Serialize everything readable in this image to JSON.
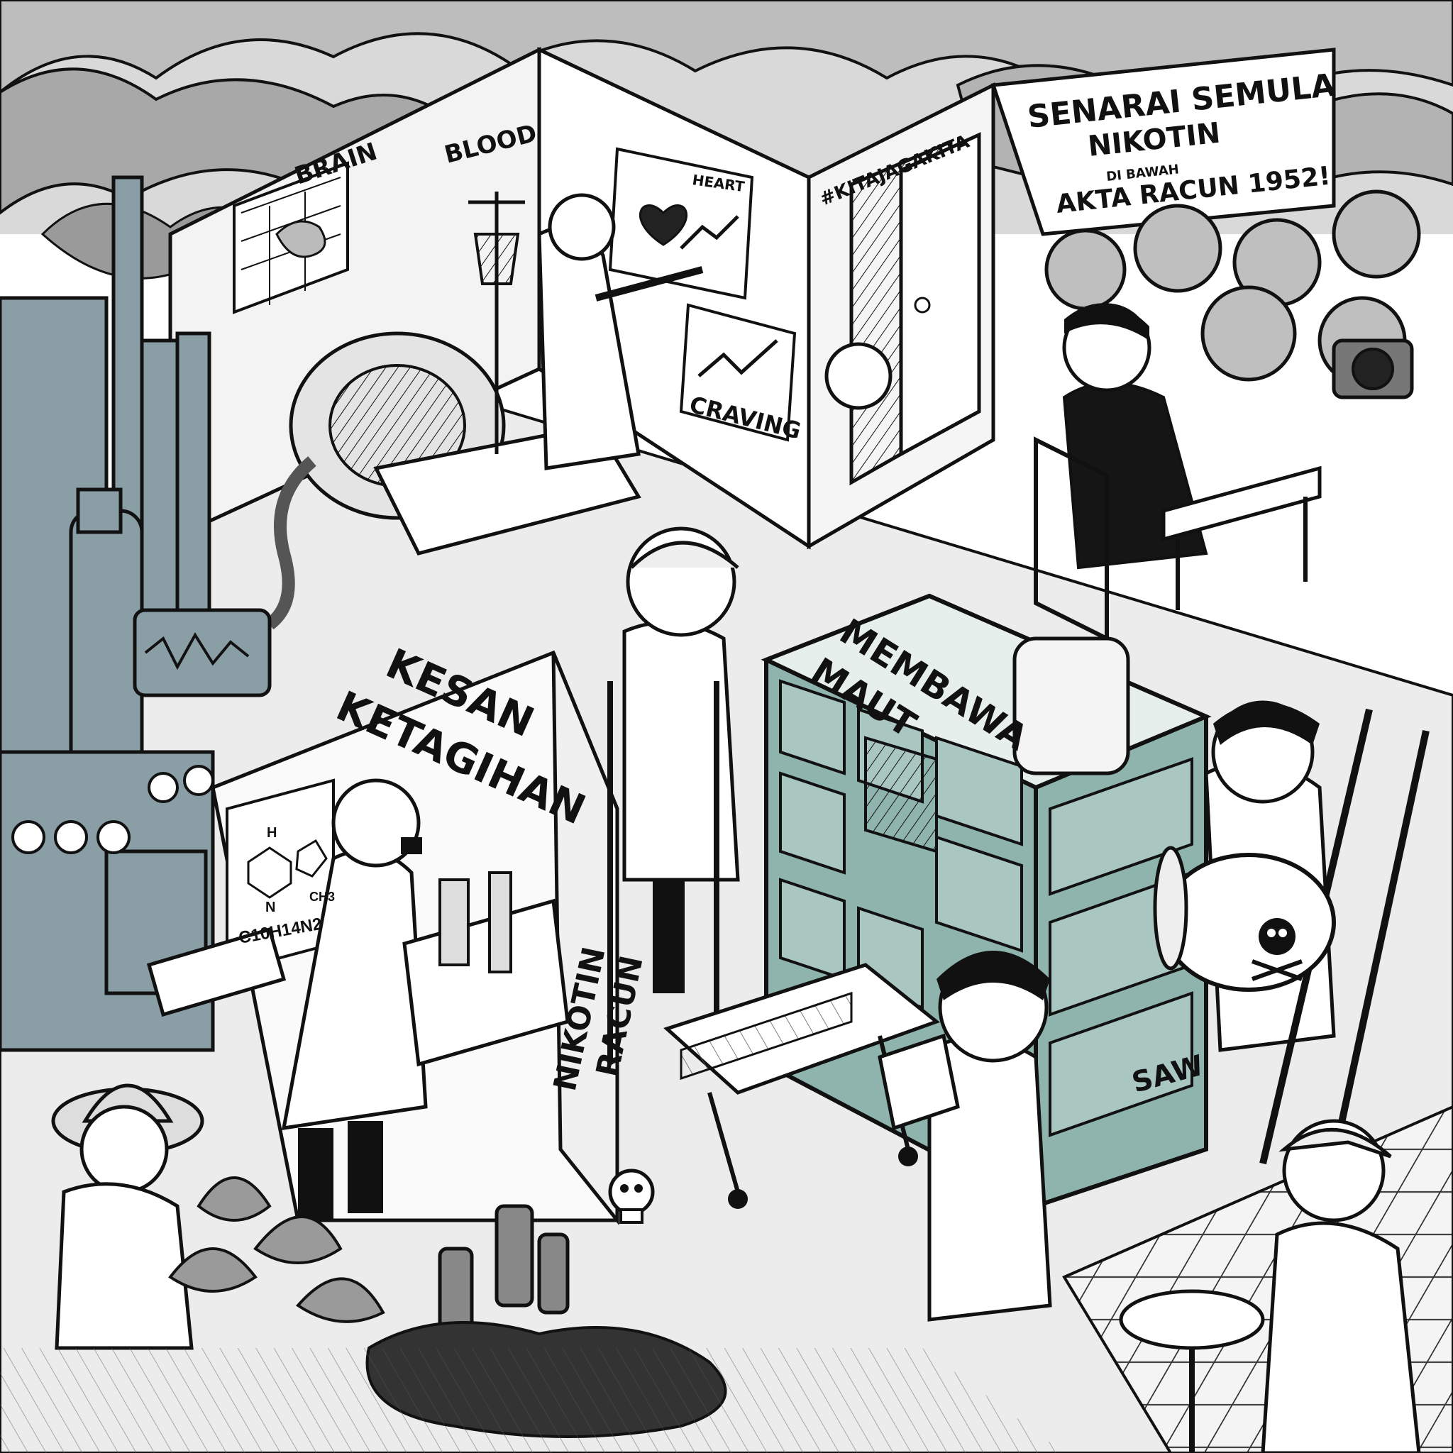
{
  "labels": {
    "brain": "BRAIN",
    "blood": "BLOOD",
    "heart": "HEART",
    "craving": "CRAVING",
    "hashtag": "#KITAJAGAKITA",
    "banner_line1": "SENARAI SEMULA",
    "banner_line2": "NIKOTIN",
    "banner_line3": "DI BAWAH",
    "banner_line4": "AKTA RACUN 1952!",
    "wall_line1": "KESAN",
    "wall_line2": "KETAGIHAN",
    "cabinet_line1": "MEMBAWA",
    "cabinet_line2": "MAUT",
    "side_line1": "NIKOTIN",
    "side_line2": "RACUN",
    "formula": "C10H14N2",
    "formula_n": "N",
    "formula_h": "H",
    "formula_ch3": "CH3",
    "signature": "SAW"
  },
  "colors": {
    "ink": "#111111",
    "teal": "#8fb3ad",
    "machine": "#8a9ea6",
    "smoke": "#9a9a9a",
    "paper": "#ffffff",
    "floor": "#e8e8e8"
  },
  "icons": [
    "skull-icon",
    "heart-icon",
    "trend-up-icon",
    "poison-barrel-icon",
    "camera-icon"
  ]
}
